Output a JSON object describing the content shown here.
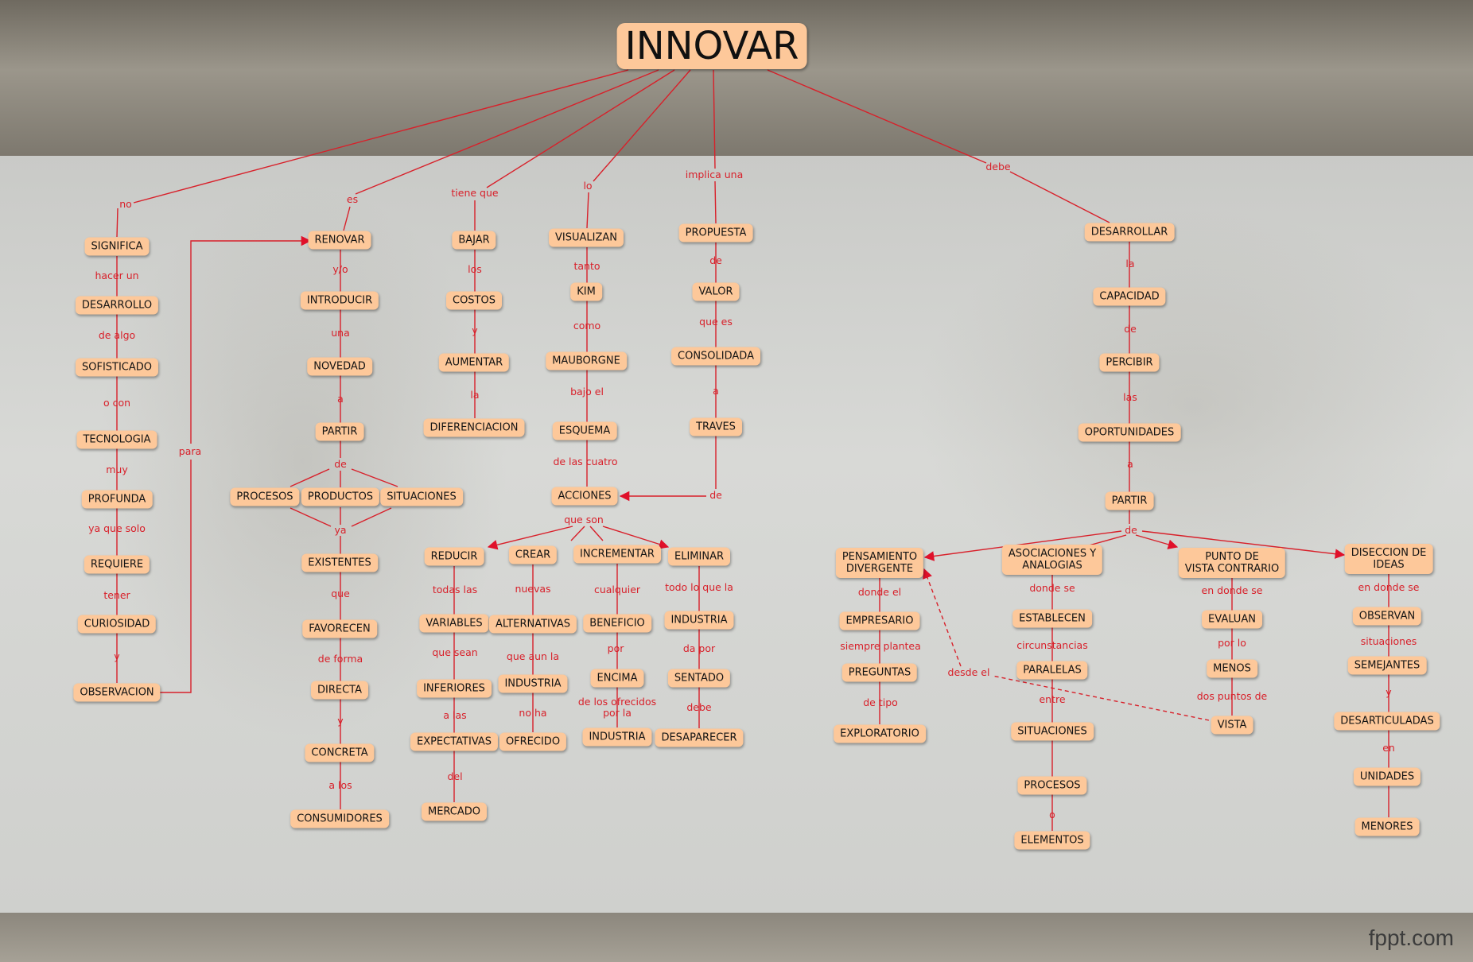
{
  "map": {
    "title": "INNOVAR",
    "concepts": {
      "innovar": "INNOVAR",
      "significa": "SIGNIFICA",
      "desarrollo": "DESARROLLO",
      "sofisticado": "SOFISTICADO",
      "tecnologia": "TECNOLOGIA",
      "profunda": "PROFUNDA",
      "requiere": "REQUIERE",
      "curiosidad": "CURIOSIDAD",
      "observacion": "OBSERVACION",
      "renovar": "RENOVAR",
      "introducir": "INTRODUCIR",
      "novedad": "NOVEDAD",
      "partir1": "PARTIR",
      "procesos1": "PROCESOS",
      "productos": "PRODUCTOS",
      "situaciones1": "SITUACIONES",
      "existentes": "EXISTENTES",
      "favorecen": "FAVORECEN",
      "directa": "DIRECTA",
      "concreta": "CONCRETA",
      "consumidores": "CONSUMIDORES",
      "bajar": "BAJAR",
      "costos": "COSTOS",
      "aumentar": "AUMENTAR",
      "diferenciacion": "DIFERENCIACION",
      "visualizan": "VISUALIZAN",
      "kim": "KIM",
      "mauborgne": "MAUBORGNE",
      "esquema": "ESQUEMA",
      "acciones": "ACCIONES",
      "propuesta": "PROPUESTA",
      "valor": "VALOR",
      "consolidada": "CONSOLIDADA",
      "traves": "TRAVES",
      "reducir": "REDUCIR",
      "variables": "VARIABLES",
      "inferiores": "INFERIORES",
      "expectativas": "EXPECTATIVAS",
      "mercado": "MERCADO",
      "crear": "CREAR",
      "alternativas": "ALTERNATIVAS",
      "industria1": "INDUSTRIA",
      "ofrecido": "OFRECIDO",
      "incrementar": "INCREMENTAR",
      "beneficio": "BENEFICIO",
      "encima": "ENCIMA",
      "industria2": "INDUSTRIA",
      "eliminar": "ELIMINAR",
      "industria3": "INDUSTRIA",
      "sentado": "SENTADO",
      "desaparecer": "DESAPARECER",
      "desarrollar": "DESARROLLAR",
      "capacidad": "CAPACIDAD",
      "percibir": "PERCIBIR",
      "oportunidades": "OPORTUNIDADES",
      "partir2": "PARTIR",
      "pensamiento": "PENSAMIENTO\nDIVERGENTE",
      "empresario": "EMPRESARIO",
      "preguntas": "PREGUNTAS",
      "exploratorio": "EXPLORATORIO",
      "asociaciones": "ASOCIACIONES Y\nANALOGIAS",
      "establecen": "ESTABLECEN",
      "paralelas": "PARALELAS",
      "situaciones2": "SITUACIONES",
      "procesos2": "PROCESOS",
      "elementos": "ELEMENTOS",
      "punto": "PUNTO DE\nVISTA CONTRARIO",
      "evaluan": "EVALUAN",
      "menos": "MENOS",
      "vista": "VISTA",
      "diseccion": "DISECCION DE\nIDEAS",
      "observan": "OBSERVAN",
      "semejantes": "SEMEJANTES",
      "desarticuladas": "DESARTICULADAS",
      "unidades": "UNIDADES",
      "menores": "MENORES"
    },
    "links": {
      "no": "no",
      "es": "es",
      "tiene_que": "tiene que",
      "lo": "lo",
      "implica_una": "implica una",
      "debe": "debe",
      "hacer_un": "hacer un",
      "de_algo": "de algo",
      "o_con": "o con",
      "muy": "muy",
      "ya_que_solo": "ya que solo",
      "tener": "tener",
      "y_obs": "y",
      "para": "para",
      "y_o": "y/o",
      "una": "una",
      "a_partir": "a",
      "de_partir": "de",
      "ya": "ya",
      "que_fav": "que",
      "de_forma": "de forma",
      "y_conc": "y",
      "a_los": "a los",
      "los": "los",
      "y_aum": "y",
      "la_dif": "la",
      "tanto": "tanto",
      "como": "como",
      "bajo_el": "bajo el",
      "de_las_cuatro": "de las cuatro",
      "que_son": "que son",
      "de_val": "de",
      "que_es": "que es",
      "a_traves": "a",
      "de_acc": "de",
      "todas_las": "todas las",
      "que_sean": "que sean",
      "a_las": "a las",
      "del": "del",
      "nuevas": "nuevas",
      "que_aun_la": "que aun la",
      "no_ha": "no ha",
      "cualquier": "cualquier",
      "por": "por",
      "de_los_ofrecidos": "de los ofrecidos\npor la",
      "todo_lo_que_la": "todo lo que la",
      "da_por": "da por",
      "debe2": "debe",
      "la_cap": "la",
      "de_perc": "de",
      "las_op": "las",
      "a_part2": "a",
      "de_part2": "de",
      "donde_el": "donde el",
      "siempre_plantea": "siempre plantea",
      "de_tipo": "de tipo",
      "donde_se": "donde se",
      "circunstancias": "circunstancias",
      "entre": "entre",
      "o_elem": "o",
      "en_donde_se1": "en donde se",
      "por_lo": "por lo",
      "dos_puntos_de": "dos puntos de",
      "desde_el": "desde el",
      "en_donde_se2": "en donde se",
      "situaciones_sem": "situaciones",
      "y_des": "y",
      "en_uni": "en"
    }
  },
  "watermark": "fppt.com",
  "colors": {
    "node_fill": "#fdc89a",
    "link_color": "#d8202a",
    "node_text": "#141414"
  }
}
